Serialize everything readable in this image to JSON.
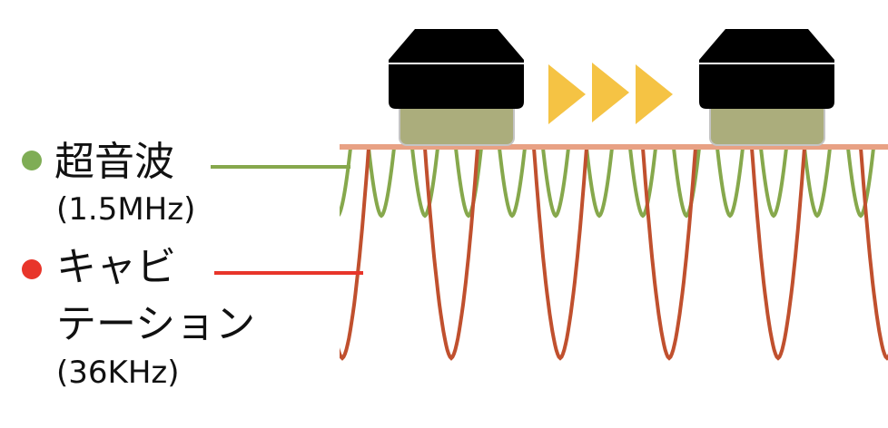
{
  "legend": [
    {
      "label": "超音波",
      "sub": "(1.5MHz)",
      "color": "#7fad55"
    },
    {
      "label_line1": "キャビ",
      "label_line2": "テーション",
      "sub": "(36KHz)",
      "color": "#e8352a"
    }
  ],
  "colors": {
    "ultrasound_wave": "#86a84c",
    "cavitation_wave": "#c0502e",
    "skin": "#e8a184",
    "head_body": "#000000",
    "head_tip": "#abad7c",
    "arrow": "#f5c344"
  },
  "waves": {
    "ultrasound_relative_frequency": 2.5,
    "cavitation_relative_frequency": 1
  }
}
